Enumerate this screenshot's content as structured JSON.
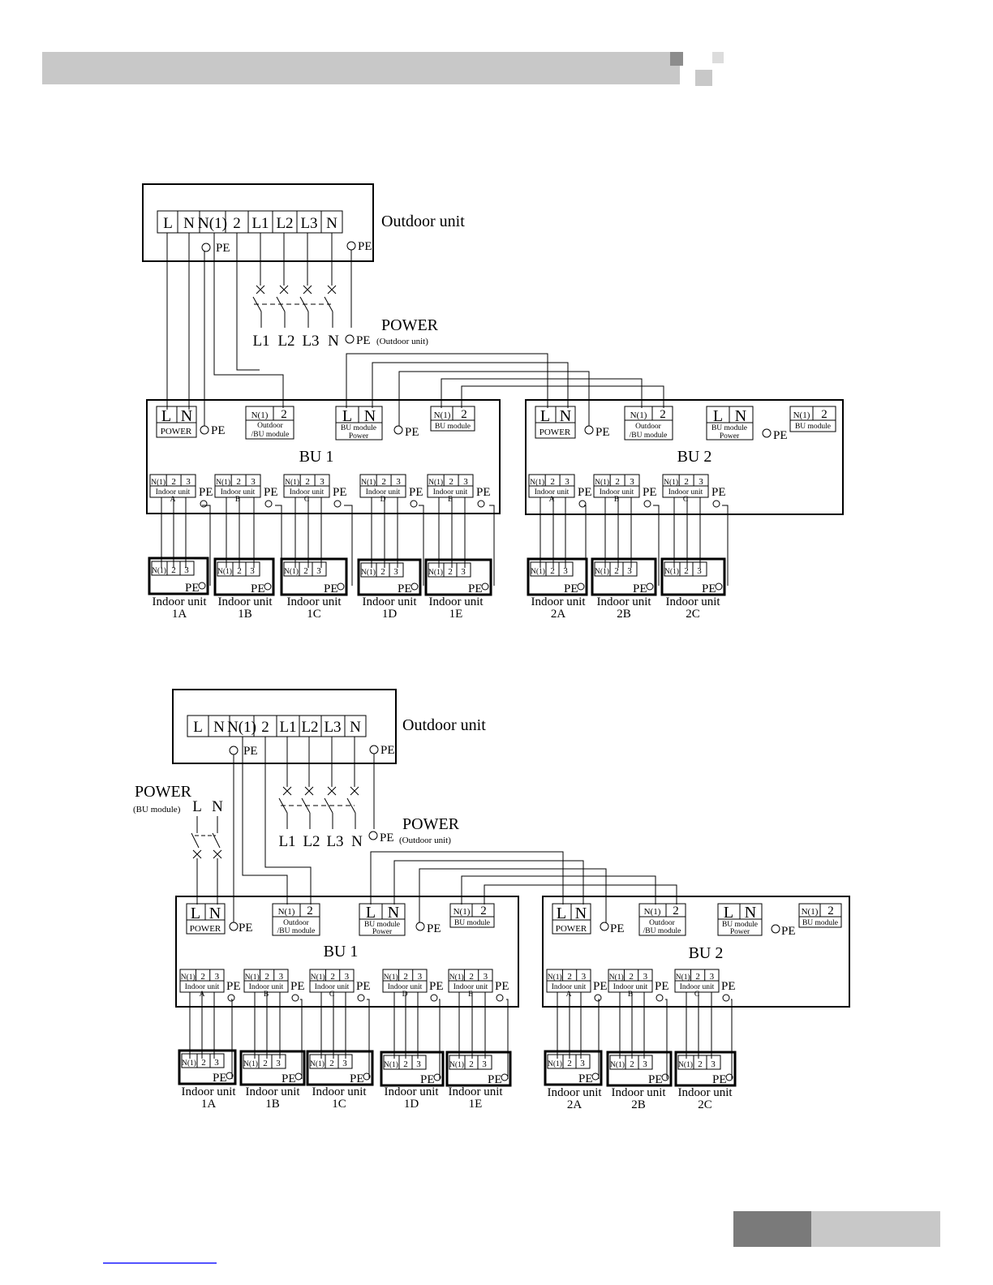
{
  "terminals": {
    "L": "L",
    "N": "N",
    "N1": "N(1)",
    "two": "2",
    "three": "3",
    "L1": "L1",
    "L2": "L2",
    "L3": "L3",
    "PE": "PE"
  },
  "labels": {
    "outdoor_unit": "Outdoor unit",
    "power": "POWER",
    "power_outdoor": "(Outdoor unit)",
    "power_bu": "(BU module)",
    "power_terminal": "POWER",
    "outdoor_bu_module_1": "Outdoor",
    "outdoor_bu_module_2": "/BU module",
    "bu_module_power_1": "BU  module",
    "bu_module_power_2": "Power",
    "bu_module": "BU module",
    "bu1": "BU 1",
    "bu2": "BU 2",
    "indoor_unit": "Indoor unit"
  },
  "ports": [
    "A",
    "B",
    "C",
    "D",
    "E"
  ],
  "indoor_units_bu1": [
    "1A",
    "1B",
    "1C",
    "1D",
    "1E"
  ],
  "indoor_units_bu2": [
    "2A",
    "2B",
    "2C"
  ],
  "header": {
    "bar_color": "#c8c8c8",
    "square_dark": "#8c8c8c",
    "square_light": "#dcdcdc"
  },
  "footer": {
    "dark": "#7a7a7a",
    "light": "#c8c8c8",
    "link_color": "#1a1aff"
  }
}
